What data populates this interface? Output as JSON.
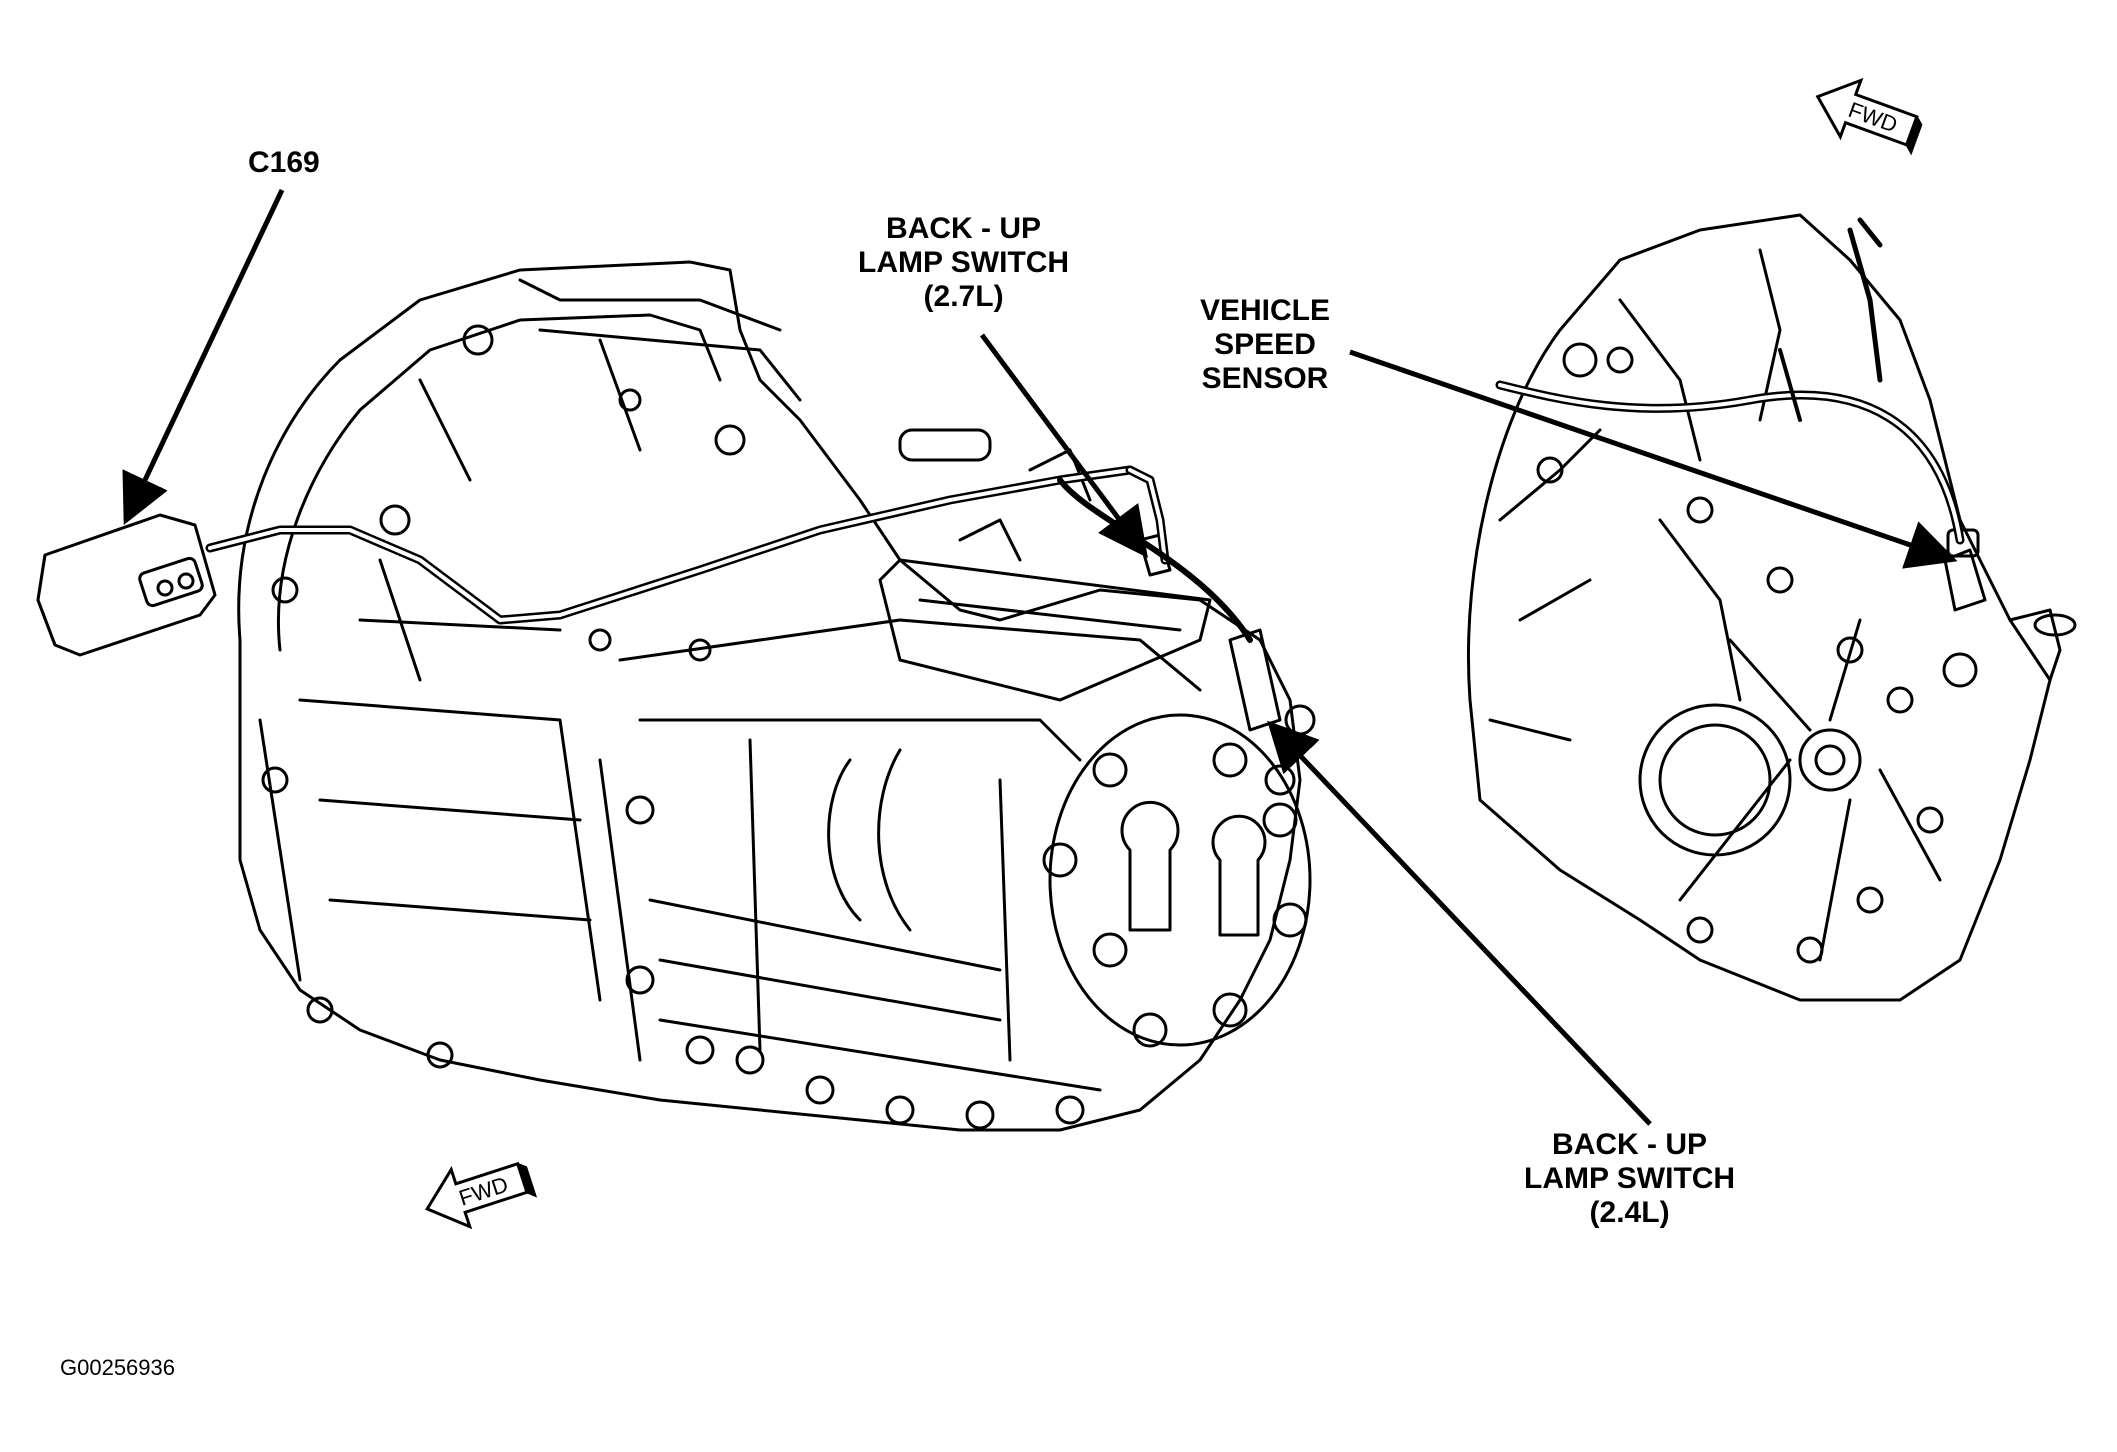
{
  "figure_id": "G00256936",
  "labels": {
    "c169": "C169",
    "backup_27": [
      "BACK - UP",
      "LAMP SWITCH",
      "(2.7L)"
    ],
    "vss": [
      "VEHICLE",
      "SPEED",
      "SENSOR"
    ],
    "backup_24": [
      "BACK - UP",
      "LAMP SWITCH",
      "(2.4L)"
    ]
  },
  "direction": {
    "left_view": "FWD",
    "right_view": "FWD"
  },
  "colors": {
    "line": "#000000",
    "background": "#ffffff"
  }
}
